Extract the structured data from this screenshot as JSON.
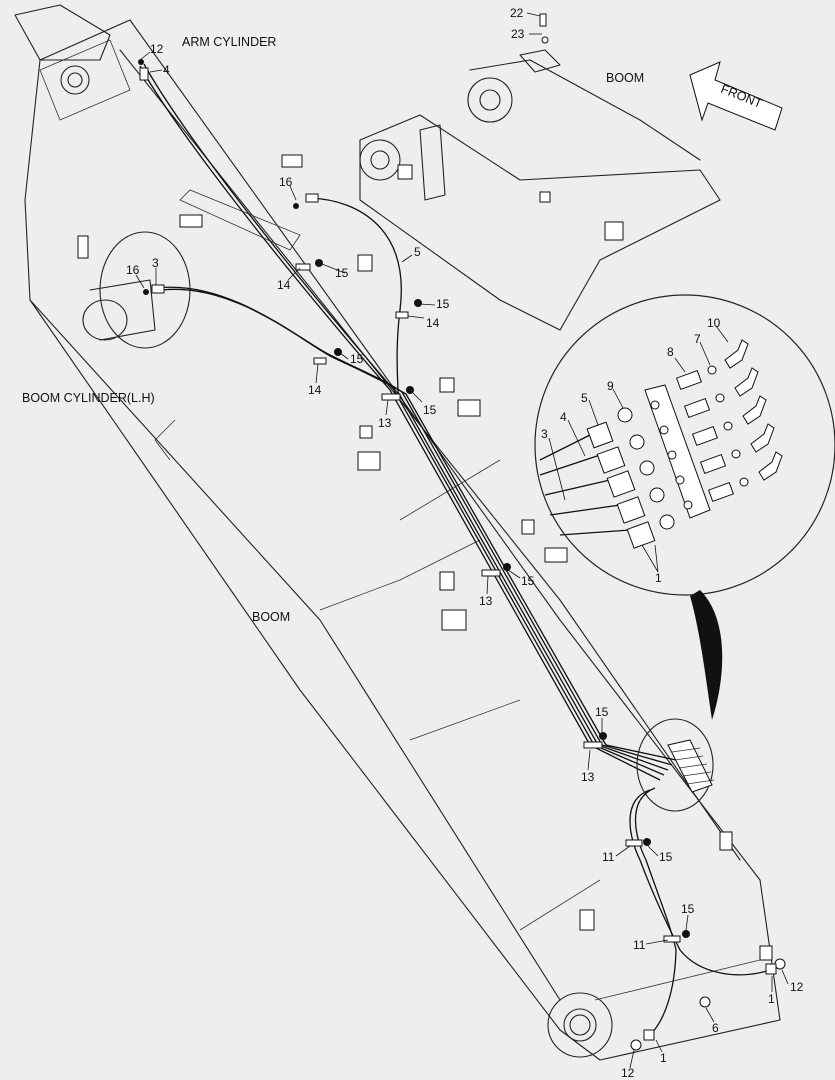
{
  "captions": {
    "arm_cylinder": "ARM CYLINDER",
    "boom_top": "BOOM",
    "boom_main": "BOOM",
    "boom_cylinder": "BOOM CYLINDER(L.H)",
    "front": "FRONT"
  },
  "part_labels": {
    "p22": "22",
    "p23": "23",
    "p12a": "12",
    "p4a": "4",
    "p16a": "16",
    "p5": "5",
    "p15a": "15",
    "p14a": "14",
    "p16b": "16",
    "p3a": "3",
    "p15b": "15",
    "p14b": "14",
    "p15c": "15",
    "p14c": "14",
    "p13a": "13",
    "p15d": "15",
    "p13b": "13",
    "p15e": "15",
    "p15f": "15",
    "p13c": "13",
    "p11a": "11",
    "p15g": "15",
    "p15h": "15",
    "p11b": "11",
    "p12b": "12",
    "p1a": "1",
    "p6": "6",
    "p1b": "1",
    "p12c": "12",
    "d10": "10",
    "d7": "7",
    "d8": "8",
    "d9": "9",
    "d5": "5",
    "d4": "4",
    "d3": "3",
    "d1": "1"
  }
}
